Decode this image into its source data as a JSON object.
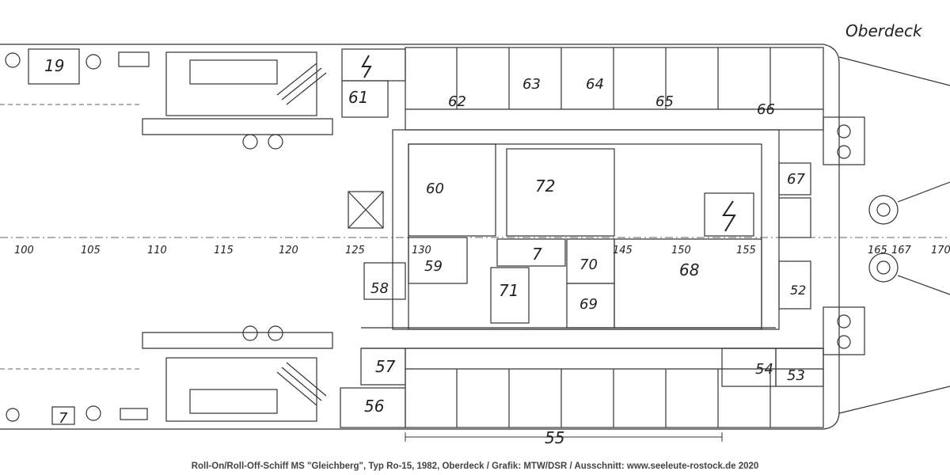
{
  "deck_label": "Oberdeck",
  "frame_numbers": [
    "100",
    "105",
    "110",
    "115",
    "120",
    "125",
    "130",
    "145",
    "150",
    "155",
    "165",
    "167",
    "170"
  ],
  "room_labels": {
    "r19": "19",
    "r61": "61",
    "r62": "62",
    "r63": "63",
    "r64": "64",
    "r65": "65",
    "r66": "66",
    "r60": "60",
    "r72": "72",
    "r67": "67",
    "r59": "59",
    "r7a": "7",
    "r70": "70",
    "r68": "68",
    "r58": "58",
    "r71": "71",
    "r69": "69",
    "r52": "52",
    "r57": "57",
    "r56": "56",
    "r54": "54",
    "r53": "53",
    "r7b": "7",
    "r55": "55"
  },
  "caption": "Roll-On/Roll-Off-Schiff MS \"Gleichberg\", Typ Ro-15, 1982, Oberdeck / Grafik: MTW/DSR / Ausschnitt: www.seeleute-rostock.de 2020"
}
